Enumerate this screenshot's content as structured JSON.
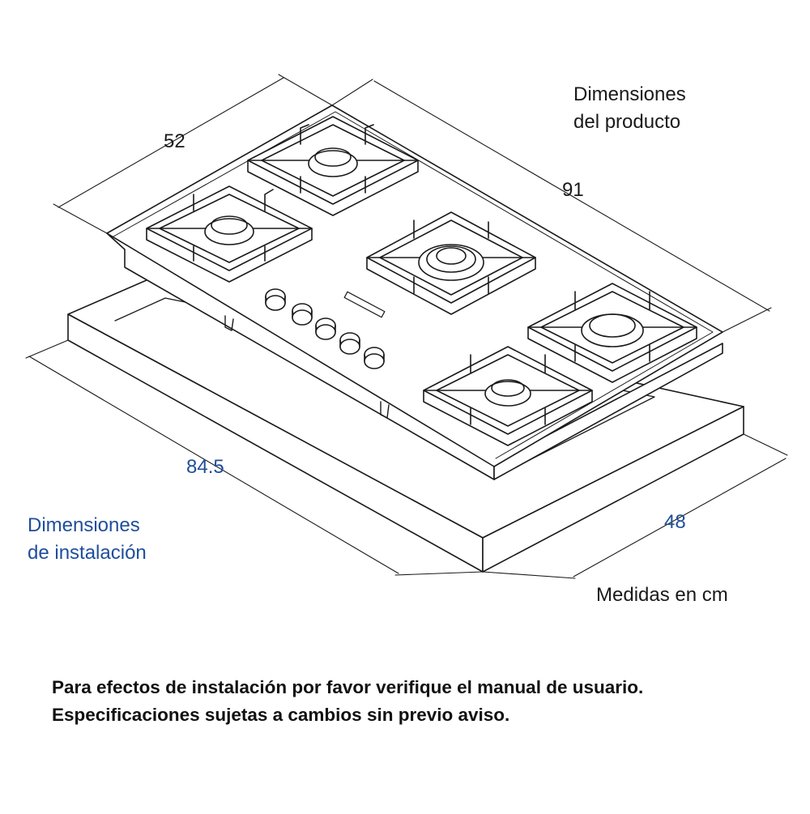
{
  "product_dimensions": {
    "title_line1": "Dimensiones",
    "title_line2": "del producto",
    "depth": "52",
    "width": "91"
  },
  "installation_dimensions": {
    "title_line1": "Dimensiones",
    "title_line2": "de instalación",
    "width": "84.5",
    "depth": "48"
  },
  "units_note": "Medidas en cm",
  "footer": {
    "line1": "Para efectos de instalación por favor verifique el manual de usuario.",
    "line2": "Especificaciones sujetas a cambios sin previo aviso."
  },
  "colors": {
    "line": "#1a1a1a",
    "installation_text": "#1f4e9b"
  },
  "burner_count": 5,
  "knob_count": 5
}
